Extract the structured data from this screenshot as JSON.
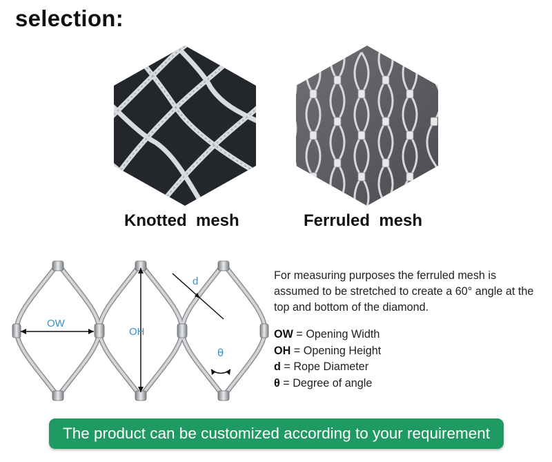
{
  "header": {
    "title": "selection:"
  },
  "products": [
    {
      "caption": "Knotted  mesh",
      "image": "knotted-mesh-photo"
    },
    {
      "caption": "Ferruled  mesh",
      "image": "ferruled-mesh-photo"
    }
  ],
  "diagram": {
    "labels": {
      "ow": "OW",
      "oh": "OH",
      "d": "d",
      "theta": "θ"
    }
  },
  "description": "For measuring purposes the ferruled mesh is assumed to be stretched to create a 60° angle at the top and bottom of the diamond.",
  "legend": [
    {
      "key": "OW",
      "text": " = Opening Width"
    },
    {
      "key": "OH",
      "text": " = Opening Height"
    },
    {
      "key": "d",
      "text": " = Rope Diameter"
    },
    {
      "key": "θ",
      "text": " = Degree of angle"
    }
  ],
  "banner": {
    "text": "The product can be customized according to your requirement"
  },
  "colors": {
    "banner": "#1f9a63",
    "diagram_accent": "#4aa3d9",
    "rope": "#b9bcbf"
  }
}
